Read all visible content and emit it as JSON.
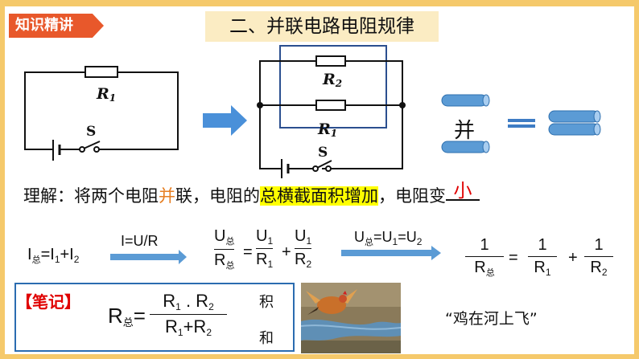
{
  "tag": {
    "label": "知识精讲"
  },
  "title": "二、并联电路电阻规律",
  "circuit1": {
    "resistor_label": "R",
    "resistor_sub": "1",
    "switch_label": "S"
  },
  "circuit2": {
    "r2_label": "R",
    "r2_sub": "2",
    "r1_label": "R",
    "r1_sub": "1",
    "switch_label": "S"
  },
  "analogy": {
    "parallel_word": "并"
  },
  "understanding": {
    "prefix": "理解：将两个电阻",
    "highlight_orange": "并",
    "mid": "联，电阻的",
    "highlight_yellow": "总横截面积增加",
    "suffix": "，电阻变",
    "answer": "小"
  },
  "formula1": {
    "I": "I",
    "zong": "总",
    "eq": "=I",
    "one": "1",
    "plus": "+I",
    "two": "2"
  },
  "formula_ohm": "I=U/R",
  "formula2": {
    "U": "U",
    "zong": "总",
    "R": "R",
    "eq": "=",
    "U1": "U",
    "one": "1",
    "plus": "+",
    "R1": "R",
    "R2": "R",
    "two": "2"
  },
  "formula3": {
    "U": "U",
    "zong": "总",
    "eq1": "=U",
    "one": "1",
    "eq2": "=U",
    "two": "2"
  },
  "formula4": {
    "num": "1",
    "R": "R",
    "zong": "总",
    "eq": "=",
    "R1": "R",
    "one": "1",
    "plus": "+",
    "R2": "R",
    "two": "2"
  },
  "note": {
    "heading": "【笔记】",
    "R": "R",
    "zong": "总",
    "eq": "=",
    "num_a": "R",
    "one": "1",
    "dot": " . ",
    "num_b": "R",
    "two": "2",
    "den_a": "R",
    "den_plus": "+R",
    "ji": "积",
    "he": "和"
  },
  "quote": "“鸡在河上飞”",
  "colors": {
    "accent_orange": "#e8582b",
    "frame_gold": "#f5c96b",
    "title_bg": "#fbecc3",
    "arrow_blue": "#4a90d9",
    "highlight": "#ffff00",
    "answer_red": "#e00000"
  }
}
